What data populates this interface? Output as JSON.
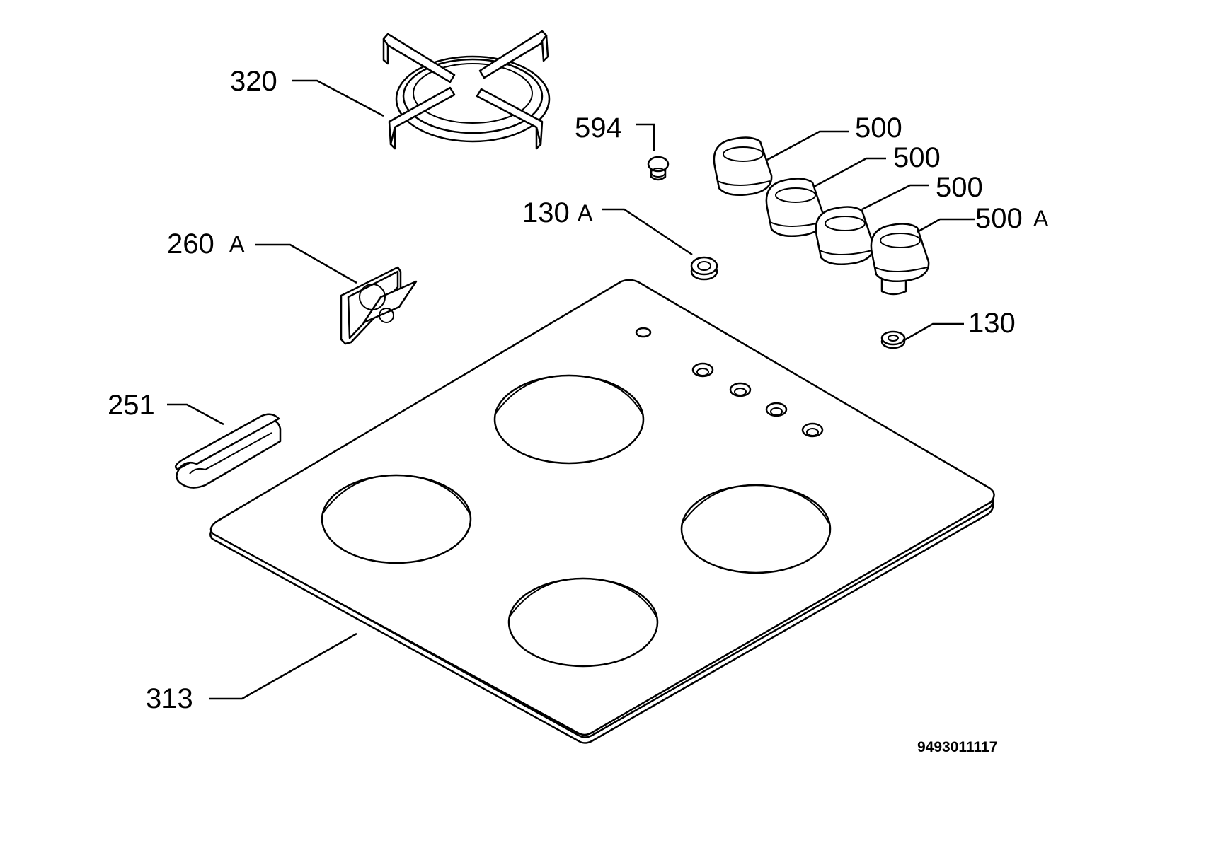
{
  "labels": {
    "grate": "320",
    "cap": "594",
    "knob_1": "500",
    "knob_2": "500",
    "knob_3": "500",
    "knob_4": "500",
    "knob_4_suffix": "A",
    "grommet_a": "130",
    "grommet_a_suffix": "A",
    "clip": "260",
    "clip_suffix": "A",
    "grommet": "130",
    "bracket": "251",
    "hob_top": "313"
  },
  "document_number": "9493011117"
}
